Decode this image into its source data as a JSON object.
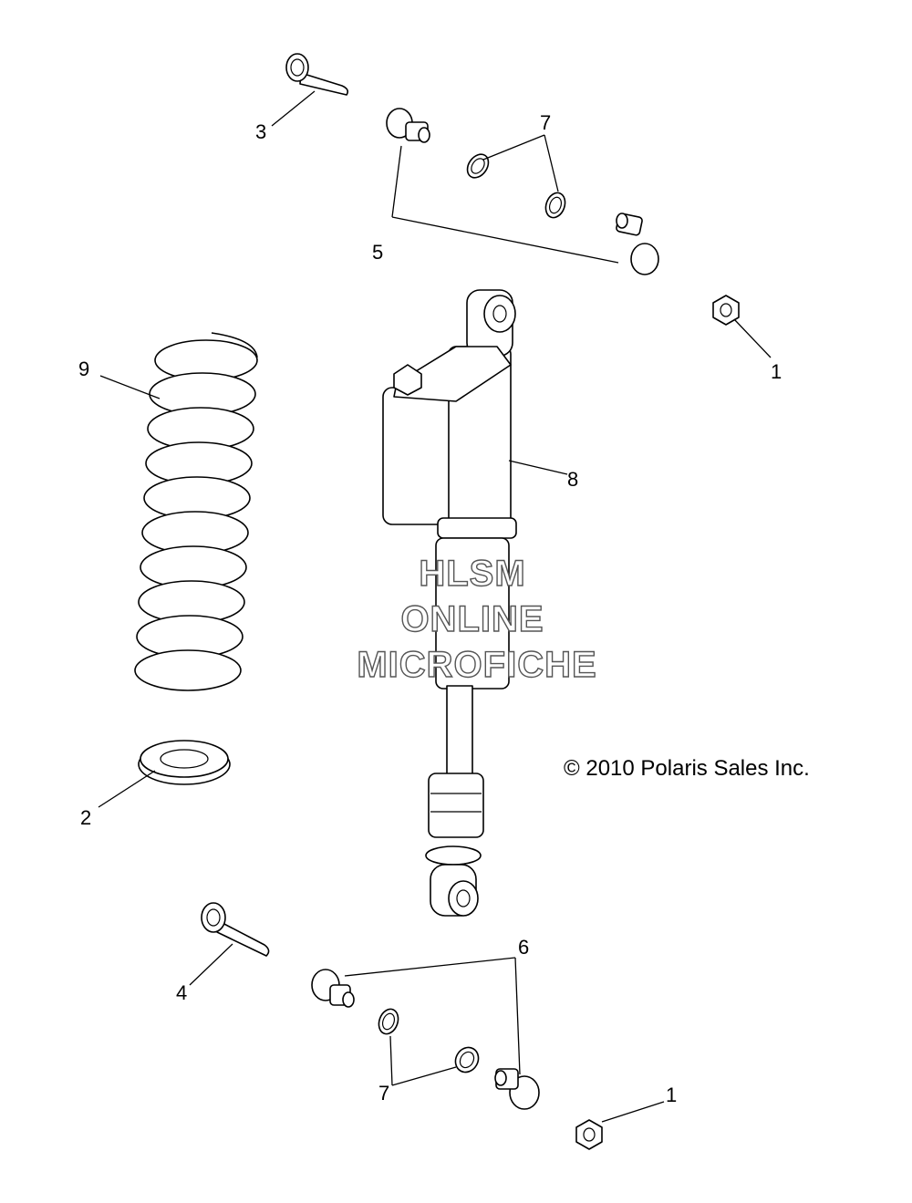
{
  "diagram": {
    "callouts": [
      {
        "id": "c1a",
        "label": "1"
      },
      {
        "id": "c1b",
        "label": "1"
      },
      {
        "id": "c2",
        "label": "2"
      },
      {
        "id": "c3",
        "label": "3"
      },
      {
        "id": "c4",
        "label": "4"
      },
      {
        "id": "c5",
        "label": "5"
      },
      {
        "id": "c6",
        "label": "6"
      },
      {
        "id": "c7a",
        "label": "7"
      },
      {
        "id": "c7b",
        "label": "7"
      },
      {
        "id": "c8",
        "label": "8"
      },
      {
        "id": "c9",
        "label": "9"
      }
    ],
    "copyright": "© 2010 Polaris Sales Inc.",
    "watermark": [
      "HLSM",
      "ONLINE",
      "MICROFICHE"
    ]
  }
}
